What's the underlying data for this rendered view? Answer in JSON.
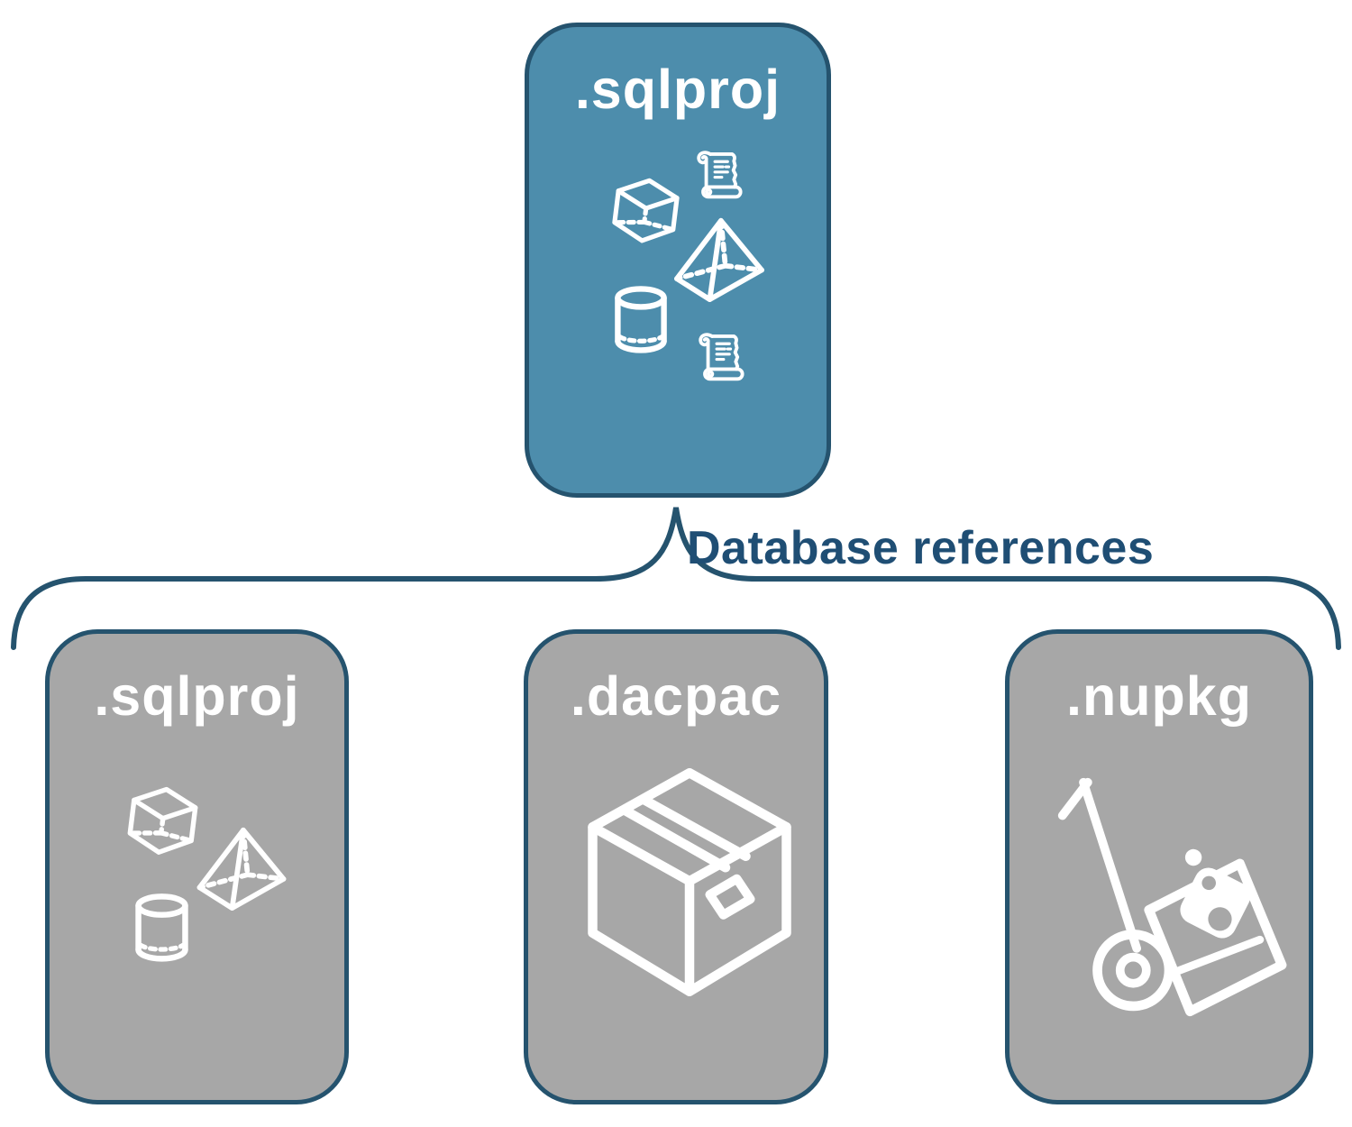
{
  "diagram": {
    "root_card": {
      "label": ".sqlproj",
      "icons": [
        "cube-icon",
        "script-scroll-icon",
        "pyramid-icon",
        "database-cylinder-icon",
        "script-scroll-icon"
      ]
    },
    "connector": {
      "label": "Database references"
    },
    "child_cards": [
      {
        "label": ".sqlproj",
        "icons": [
          "cube-icon",
          "pyramid-icon",
          "database-cylinder-icon"
        ]
      },
      {
        "label": ".dacpac",
        "icons": [
          "package-box-icon"
        ]
      },
      {
        "label": ".nupkg",
        "icons": [
          "nuget-hand-truck-icon"
        ]
      }
    ],
    "colors": {
      "root_card_fill": "#4D8DAC",
      "child_card_fill": "#A7A7A7",
      "outline": "#25536E",
      "card_label_text": "#FFFFFF",
      "connector_label_text": "#1F4E74",
      "background": "#FFFFFF"
    }
  }
}
